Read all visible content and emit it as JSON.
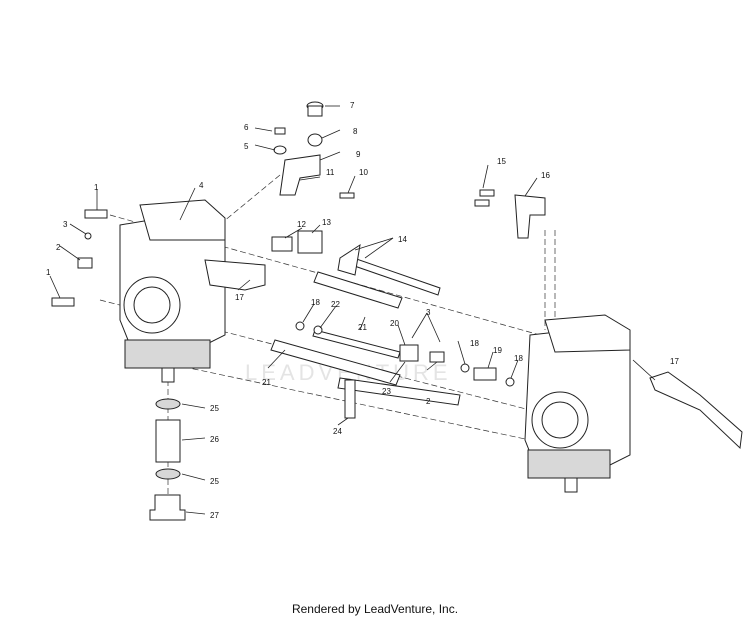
{
  "callouts": [
    "1",
    "1",
    "2",
    "2",
    "3",
    "3",
    "4",
    "5",
    "6",
    "7",
    "8",
    "9",
    "10",
    "11",
    "12",
    "13",
    "14",
    "15",
    "16",
    "17",
    "17",
    "18",
    "18",
    "18",
    "19",
    "20",
    "21",
    "21",
    "22",
    "23",
    "24",
    "25",
    "25",
    "26",
    "27"
  ],
  "watermark": "LEADVENTURE",
  "footer": "Rendered by LeadVenture, Inc."
}
